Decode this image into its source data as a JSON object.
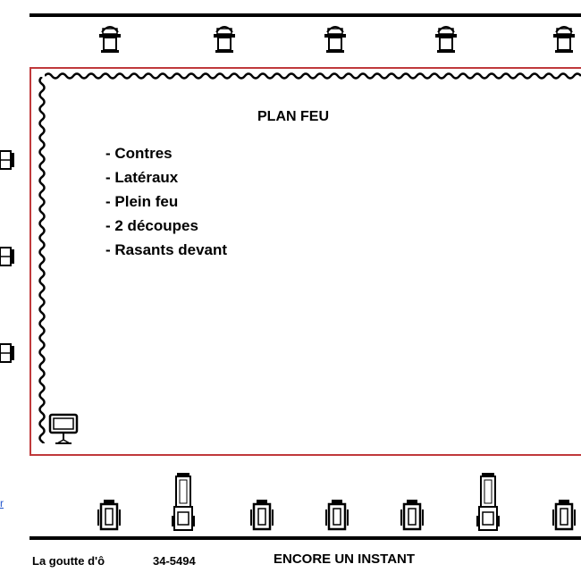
{
  "plan": {
    "title": "PLAN FEU",
    "items": [
      "- Contres",
      "- Latéraux",
      "- Plein feu",
      "- 2 découpes",
      "- Rasants devant"
    ]
  },
  "footer": {
    "company": "La goutte d'ô",
    "phone": "34-5494",
    "show": "ENCORE UN INSTANT"
  },
  "edge_link": "r",
  "colors": {
    "stage_border": "#c0393b",
    "lines": "#000000",
    "link": "#2255cc"
  },
  "icons": {
    "top_fixtures": "spotlight-icon",
    "left_fixtures": "side-light-icon",
    "stage_fixture": "stand-light-icon",
    "bottom_fixtures": "floor-light-icon",
    "profile_fixtures": "profile-spot-icon"
  }
}
